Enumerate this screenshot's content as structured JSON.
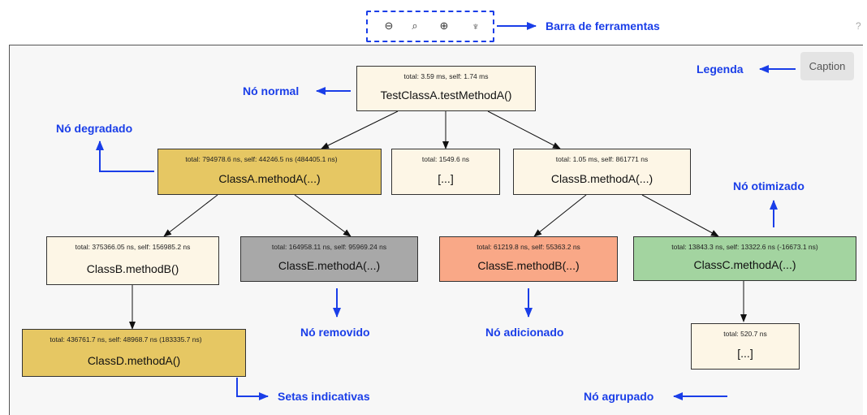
{
  "toolbar": {
    "annotation": "Barra de ferramentas",
    "buttons": [
      {
        "icon": "zoom-out-icon",
        "glyph": "⊖"
      },
      {
        "icon": "zoom-reset-icon",
        "glyph": "⌕"
      },
      {
        "icon": "zoom-in-icon",
        "glyph": "⊕"
      },
      {
        "icon": "lightbulb-icon",
        "glyph": "♆"
      }
    ],
    "help": "?"
  },
  "caption_button": "Caption",
  "annotations": {
    "legend": "Legenda",
    "normal": "Nó normal",
    "degraded": "Nó degradado",
    "optimized": "Nó otimizado",
    "removed": "Nó removido",
    "added": "Nó adicionado",
    "indicator_arrows": "Setas indicativas",
    "grouped": "Nó agrupado"
  },
  "nodes": {
    "root": {
      "meta": "total: 3.59 ms, self: 1.74 ms",
      "name": "TestClassA.testMethodA()",
      "status": "normal"
    },
    "classA": {
      "meta": "total: 794978.6 ns, self: 44246.5 ns (484405.1 ns)",
      "name": "ClassA.methodA(...)",
      "status": "degraded"
    },
    "grouped1": {
      "meta": "total: 1549.6 ns",
      "name": "[...]",
      "status": "normal"
    },
    "classB": {
      "meta": "total: 1.05 ms, self: 861771 ns",
      "name": "ClassB.methodA(...)",
      "status": "normal"
    },
    "classBmB": {
      "meta": "total: 375366.05 ns, self: 156985.2 ns",
      "name": "ClassB.methodB()",
      "status": "normal"
    },
    "classE": {
      "meta": "total: 164958.11 ns, self: 95969.24 ns",
      "name": "ClassE.methodA(...)",
      "status": "removed"
    },
    "classEmB": {
      "meta": "total: 61219.8 ns, self: 55363.2 ns",
      "name": "ClassE.methodB(...)",
      "status": "added"
    },
    "classC": {
      "meta": "total: 13843.3 ns, self: 13322.6 ns (-16673.1 ns)",
      "name": "ClassC.methodA(...)",
      "status": "optimized"
    },
    "classD": {
      "meta": "total: 436761.7 ns, self: 48968.7 ns (183335.7 ns)",
      "name": "ClassD.methodA()",
      "status": "degraded"
    },
    "grouped2": {
      "meta": "total: 520.7 ns",
      "name": "[...]",
      "status": "normal"
    }
  },
  "colors": {
    "annotation_blue": "#1a3ee8",
    "degraded": "#e6c763",
    "optimized": "#a3d4a0",
    "removed": "#a8a8a8",
    "added": "#f9a887",
    "normal": "#fdf6e6",
    "down_arrow": "#e01010",
    "up_arrow": "#1a8a1a"
  }
}
